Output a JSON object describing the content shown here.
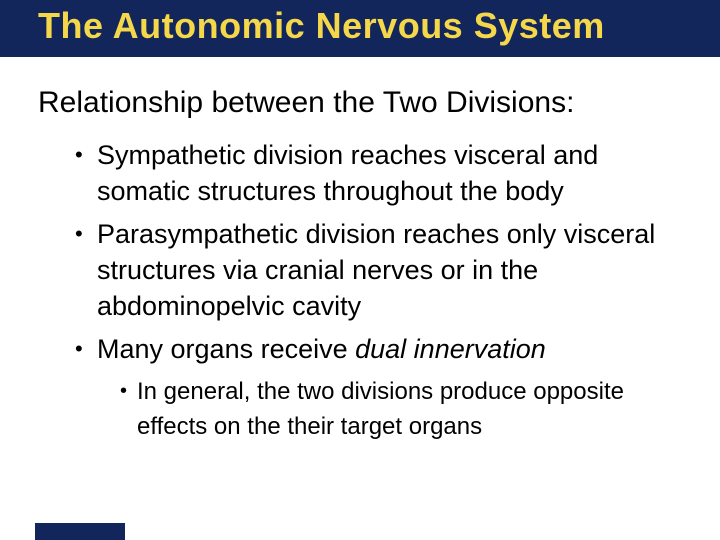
{
  "colors": {
    "title_bar_bg": "#13265C",
    "title_text": "#F5D74A",
    "body_text": "#000000",
    "background": "#FFFFFF",
    "partial_box": "#13265C"
  },
  "slide": {
    "title": "The Autonomic Nervous System",
    "heading": "Relationship between the Two Divisions:",
    "bullet_char": "•",
    "bullets": [
      {
        "text": "Sympathetic division reaches visceral and somatic structures throughout the body"
      },
      {
        "text": "Parasympathetic division reaches only visceral structures via cranial nerves or in the abdominopelvic cavity"
      },
      {
        "text": "Many organs receive ",
        "italic_text": "dual innervation"
      }
    ],
    "sub_bullets": [
      {
        "text": "In general, the two divisions produce opposite effects on the their target organs"
      }
    ]
  }
}
